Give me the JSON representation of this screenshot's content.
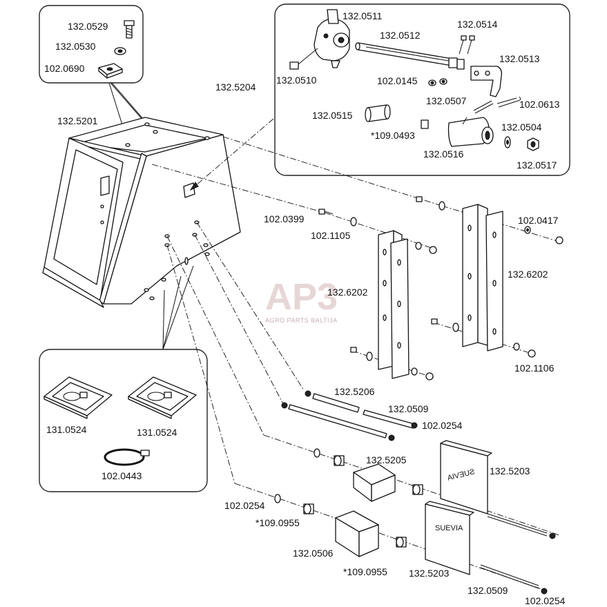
{
  "watermark": {
    "logo": "AP3",
    "subtitle": "AGRO PARTS BALTIJA"
  },
  "plates": {
    "front": "SUEVIA",
    "back_mirrored": "SUEVIA"
  },
  "labels": {
    "l_132_0529": "132.0529",
    "l_132_0530": "132.0530",
    "l_102_0690": "102.0690",
    "l_132_5201": "132.5201",
    "l_132_5204": "132.5204",
    "l_132_0511": "132.0511",
    "l_132_0512": "132.0512",
    "l_132_0514": "132.0514",
    "l_132_0513": "132.0513",
    "l_132_0510": "132.0510",
    "l_102_0145": "102.0145",
    "l_132_0507": "132.0507",
    "l_102_0613": "102.0613",
    "l_132_0515": "132.0515",
    "l_132_0504": "132.0504",
    "l_109_0493": "*109.0493",
    "l_132_0516": "132.0516",
    "l_132_0517": "132.0517",
    "l_102_0399": "102.0399",
    "l_102_1105": "102.1105",
    "l_102_0417": "102.0417",
    "l_132_6202_a": "132.6202",
    "l_132_6202_b": "132.6202",
    "l_102_1106": "102.1106",
    "l_132_5206": "132.5206",
    "l_132_0509_a": "132.0509",
    "l_102_0254_a": "102.0254",
    "l_131_0524_a": "131.0524",
    "l_131_0524_b": "131.0524",
    "l_102_0443": "102.0443",
    "l_132_5205": "132.5205",
    "l_132_5203_a": "132.5203",
    "l_102_0254_b": "102.0254",
    "l_109_0955_a": "*109.0955",
    "l_132_0506": "132.0506",
    "l_109_0955_b": "*109.0955",
    "l_132_5203_b": "132.5203",
    "l_132_0509_b": "132.0509",
    "l_102_0254_c": "102.0254"
  }
}
